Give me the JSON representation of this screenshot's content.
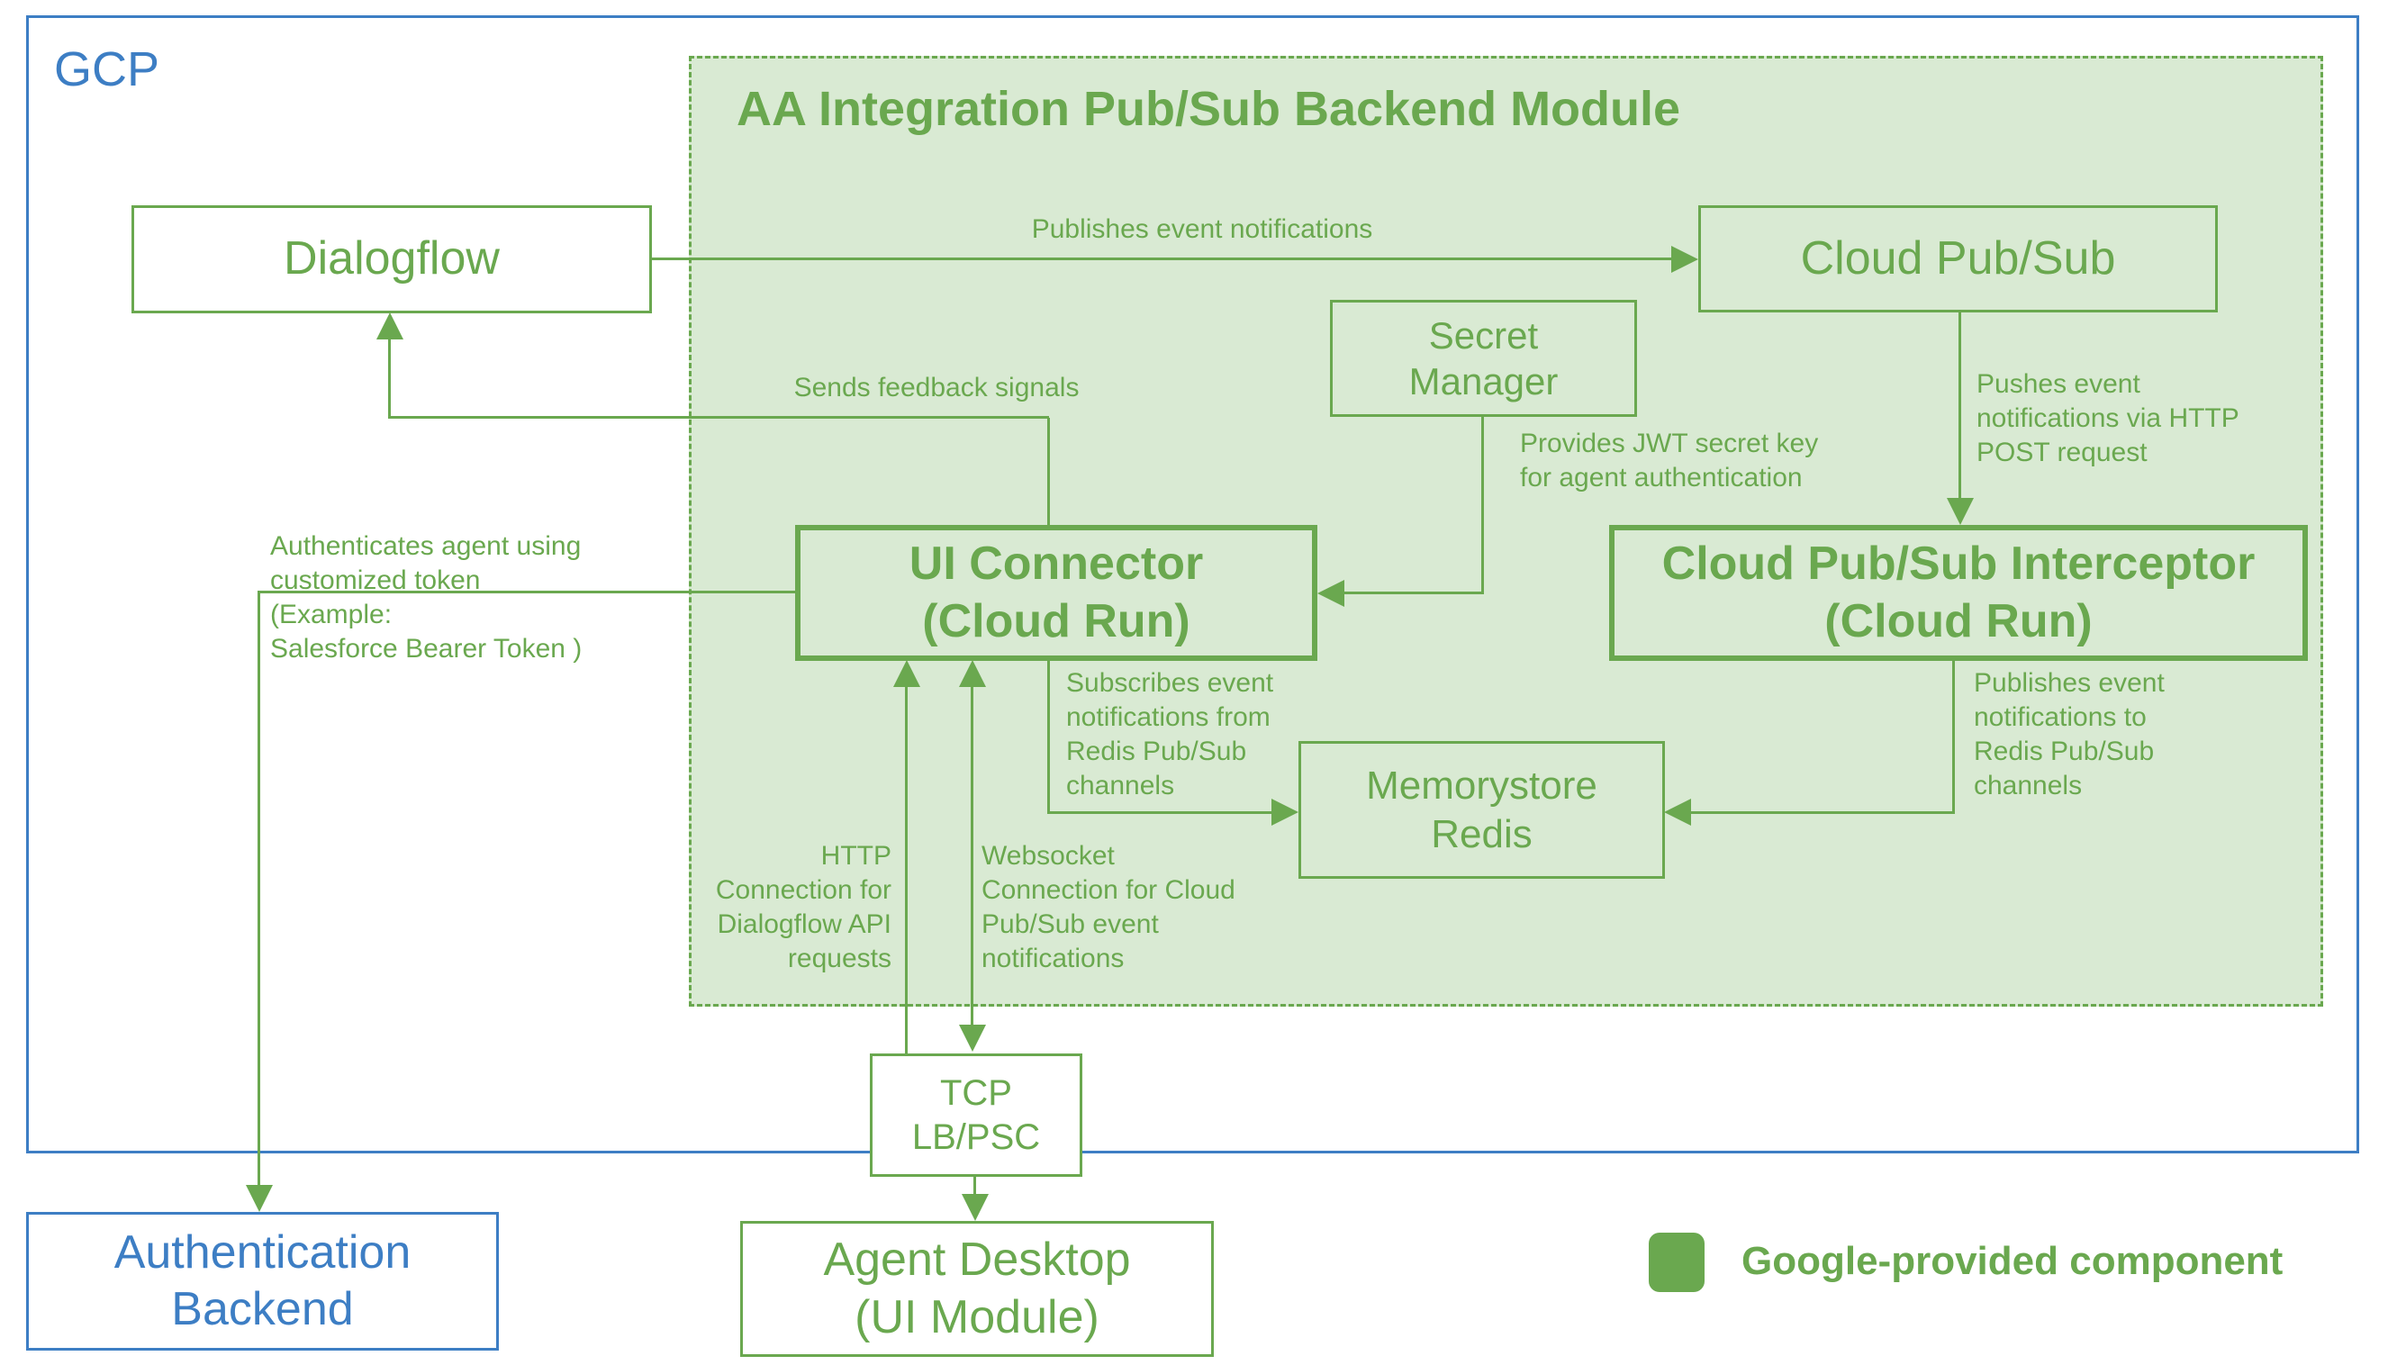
{
  "diagram": {
    "gcp_label": "GCP",
    "module_title": "AA Integration Pub/Sub Backend Module",
    "nodes": {
      "dialogflow": "Dialogflow",
      "cloud_pubsub": "Cloud Pub/Sub",
      "secret_manager": "Secret\nManager",
      "ui_connector": "UI Connector\n(Cloud Run)",
      "interceptor": "Cloud Pub/Sub Interceptor\n(Cloud Run)",
      "memorystore": "Memorystore\nRedis",
      "tcp_lb": "TCP\nLB/PSC",
      "agent_desktop": "Agent Desktop\n(UI Module)",
      "auth_backend": "Authentication\nBackend"
    },
    "edges": {
      "publishes": "Publishes event notifications",
      "feedback": "Sends feedback signals",
      "pushes": "Pushes event\nnotifications via HTTP\nPOST request",
      "jwt": "Provides JWT secret key\nfor agent authentication",
      "auth": "Authenticates agent using\ncustomized token\n(Example:\nSalesforce Bearer Token )",
      "subscribes": "Subscribes event\nnotifications from\nRedis Pub/Sub\nchannels",
      "publishes_redis": "Publishes event\nnotifications to\nRedis Pub/Sub\nchannels",
      "http": "HTTP\nConnection for\nDialogflow API\nrequests",
      "websocket": "Websocket\nConnection for Cloud\nPub/Sub event\nnotifications"
    },
    "legend": {
      "label": "Google-provided component"
    },
    "colors": {
      "green": "#6aa84f",
      "light_green": "#d9ead3",
      "blue": "#3d7ec4"
    }
  }
}
